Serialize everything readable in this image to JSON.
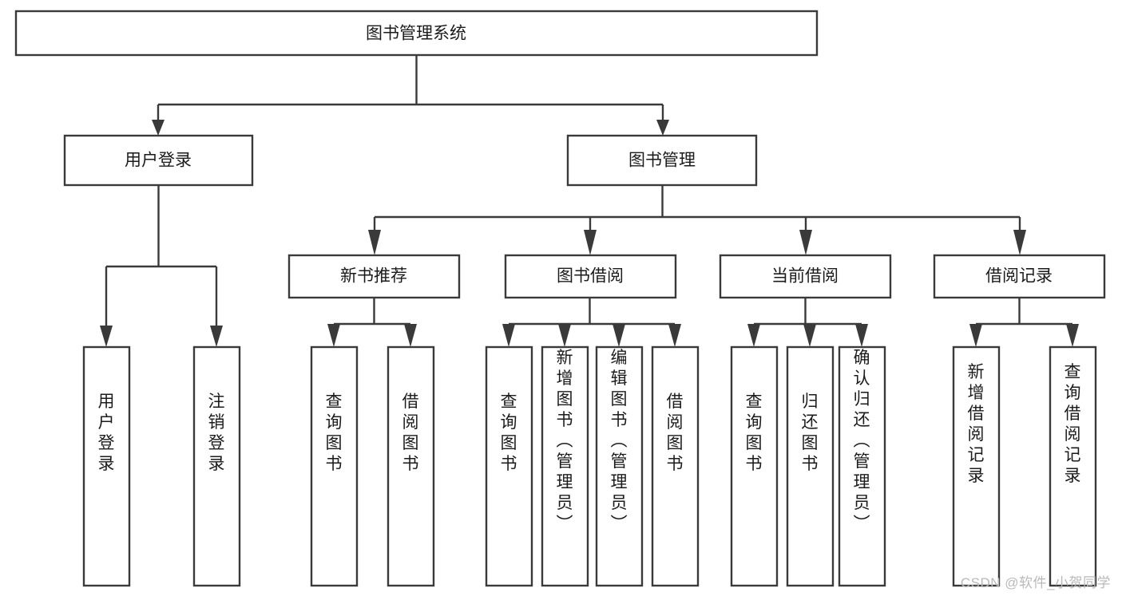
{
  "diagram": {
    "type": "tree-hierarchy",
    "title": "图书管理系统",
    "orientation": "top-down",
    "colors": {
      "box_stroke": "#3a3a3a",
      "box_fill": "#ffffff",
      "connector": "#3a3a3a",
      "text": "#1b1b1b",
      "background": "#ffffff",
      "watermark": "#b9b9b9"
    },
    "root": {
      "label": "图书管理系统",
      "orient": "horizontal"
    },
    "level2": [
      {
        "id": "user-login",
        "label": "用户登录",
        "orient": "horizontal"
      },
      {
        "id": "book-manage",
        "label": "图书管理",
        "orient": "horizontal"
      }
    ],
    "level3": [
      {
        "id": "new-book-recommend",
        "label": "新书推荐",
        "orient": "horizontal",
        "parent": "book-manage"
      },
      {
        "id": "book-borrow",
        "label": "图书借阅",
        "orient": "horizontal",
        "parent": "book-manage"
      },
      {
        "id": "current-borrow",
        "label": "当前借阅",
        "orient": "horizontal",
        "parent": "book-manage"
      },
      {
        "id": "borrow-record",
        "label": "借阅记录",
        "orient": "horizontal",
        "parent": "book-manage"
      }
    ],
    "leaves": [
      {
        "id": "leaf-user-login",
        "parent": "user-login",
        "label": "用户登录",
        "orient": "vertical"
      },
      {
        "id": "leaf-logout-login",
        "parent": "user-login",
        "label": "注销登录",
        "orient": "vertical"
      },
      {
        "id": "leaf-query-book-1",
        "parent": "new-book-recommend",
        "label": "查询图书",
        "orient": "vertical"
      },
      {
        "id": "leaf-borrow-book-1",
        "parent": "new-book-recommend",
        "label": "借阅图书",
        "orient": "vertical"
      },
      {
        "id": "leaf-query-book-2",
        "parent": "book-borrow",
        "label": "查询图书",
        "orient": "vertical"
      },
      {
        "id": "leaf-add-book",
        "parent": "book-borrow",
        "label": "新增图书（管理员）",
        "orient": "vertical"
      },
      {
        "id": "leaf-edit-book",
        "parent": "book-borrow",
        "label": "编辑图书（管理员）",
        "orient": "vertical"
      },
      {
        "id": "leaf-borrow-book-2",
        "parent": "book-borrow",
        "label": "借阅图书",
        "orient": "vertical"
      },
      {
        "id": "leaf-query-book-3",
        "parent": "current-borrow",
        "label": "查询图书",
        "orient": "vertical"
      },
      {
        "id": "leaf-return-book",
        "parent": "current-borrow",
        "label": "归还图书",
        "orient": "vertical"
      },
      {
        "id": "leaf-confirm-return",
        "parent": "current-borrow",
        "label": "确认归还（管理员）",
        "orient": "vertical"
      },
      {
        "id": "leaf-add-record",
        "parent": "borrow-record",
        "label": "新增借阅记录",
        "orient": "vertical"
      },
      {
        "id": "leaf-query-record",
        "parent": "borrow-record",
        "label": "查询借阅记录",
        "orient": "vertical"
      }
    ],
    "watermark": "CSDN @软件_小贺同学"
  }
}
